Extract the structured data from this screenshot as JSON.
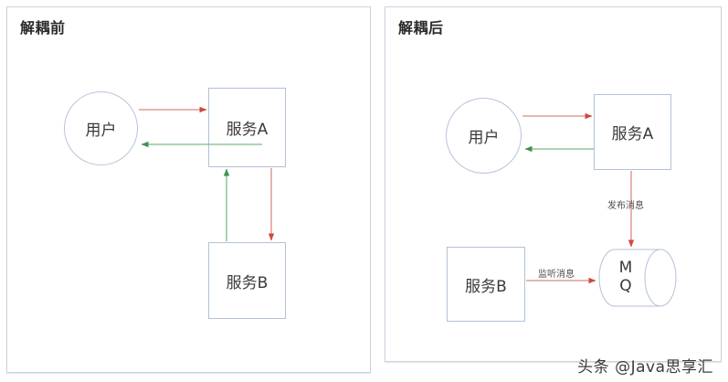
{
  "panels": [
    {
      "id": "before",
      "title": "解耦前",
      "nodes": [
        {
          "id": "user-before",
          "label": "用户",
          "shape": "circle"
        },
        {
          "id": "service-a-before",
          "label": "服务A",
          "shape": "box"
        },
        {
          "id": "service-b-before",
          "label": "服务B",
          "shape": "box"
        }
      ],
      "edges": [
        {
          "id": "user-to-a",
          "from": "用户",
          "to": "服务A",
          "color": "#d96c63",
          "label": ""
        },
        {
          "id": "a-to-user",
          "from": "服务A",
          "to": "用户",
          "color": "#5aa864",
          "label": ""
        },
        {
          "id": "a-to-b",
          "from": "服务A",
          "to": "服务B",
          "color": "#d96c63",
          "label": ""
        },
        {
          "id": "b-to-a",
          "from": "服务B",
          "to": "服务A",
          "color": "#5aa864",
          "label": ""
        }
      ]
    },
    {
      "id": "after",
      "title": "解耦后",
      "nodes": [
        {
          "id": "user-after",
          "label": "用户",
          "shape": "circle"
        },
        {
          "id": "service-a-after",
          "label": "服务A",
          "shape": "box"
        },
        {
          "id": "service-b-after",
          "label": "服务B",
          "shape": "box"
        },
        {
          "id": "mq",
          "label_line1": "M",
          "label_line2": "Q",
          "shape": "cylinder"
        }
      ],
      "edges": [
        {
          "id": "user-to-a-after",
          "from": "用户",
          "to": "服务A",
          "color": "#d96c63",
          "label": ""
        },
        {
          "id": "a-to-user-after",
          "from": "服务A",
          "to": "用户",
          "color": "#5aa864",
          "label": ""
        },
        {
          "id": "a-to-mq",
          "from": "服务A",
          "to": "MQ",
          "color": "#d96c63",
          "label": "发布消息"
        },
        {
          "id": "b-to-mq",
          "from": "服务B",
          "to": "MQ",
          "color": "#d96c63",
          "label": "监听消息"
        }
      ]
    }
  ],
  "labels": {
    "publish_message": "发布消息",
    "listen_message": "监听消息"
  },
  "watermark": "头条 @Java思享汇",
  "colors": {
    "arrow_red": "#d96c63",
    "arrow_green": "#5aa864",
    "node_stroke": "#b3c2d6",
    "panel_border": "#ccd3dd",
    "text": "#3a3a3a"
  }
}
